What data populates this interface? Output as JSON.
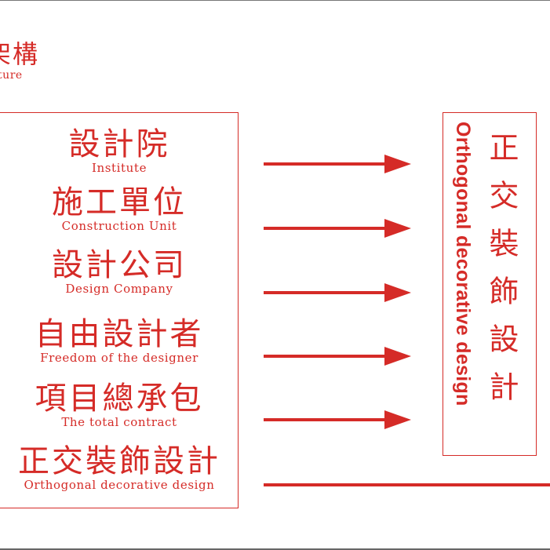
{
  "header": {
    "title": "架構",
    "subtitle": "ructure"
  },
  "items": [
    {
      "zh": "設計院",
      "en": "Institute"
    },
    {
      "zh": "施工單位",
      "en": "Construction Unit"
    },
    {
      "zh": "設計公司",
      "en": "Design Company"
    },
    {
      "zh": "自由設計者",
      "en": "Freedom of the designer"
    },
    {
      "zh": "項目總承包",
      "en": "The total contract"
    },
    {
      "zh": "正交裝飾設計",
      "en": "Orthogonal decorative design"
    }
  ],
  "target": {
    "en": "Orthogonal decorative design",
    "zh": "正交裝飾設計"
  },
  "colors": {
    "accent": "#d52b27",
    "background": "#ffffff"
  }
}
